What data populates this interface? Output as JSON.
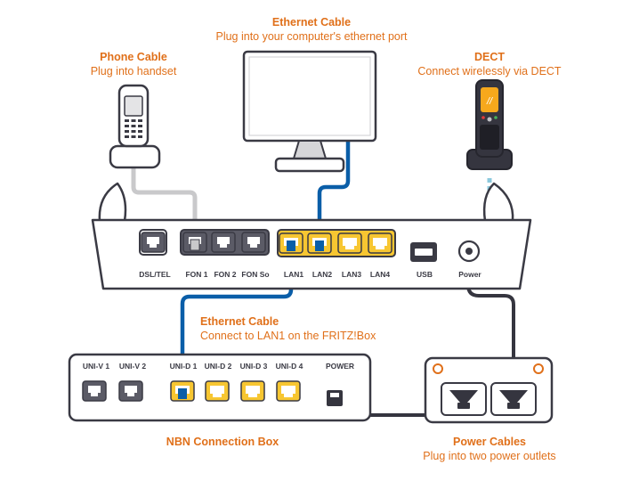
{
  "labels": {
    "ethernet_top": {
      "title": "Ethernet Cable",
      "subtitle": "Plug into your computer's ethernet port"
    },
    "phone": {
      "title": "Phone Cable",
      "subtitle": "Plug into handset"
    },
    "dect": {
      "title": "DECT",
      "subtitle": "Connect wirelessly via DECT"
    },
    "ethernet_mid": {
      "title": "Ethernet Cable",
      "subtitle": "Connect to LAN1 on the FRITZ!Box"
    },
    "nbn": {
      "title": "NBN Connection Box"
    },
    "power": {
      "title": "Power Cables",
      "subtitle": "Plug into two power outlets"
    }
  },
  "router_ports": {
    "dsl": "DSL/TEL",
    "fon1": "FON 1",
    "fon2": "FON 2",
    "fonso": "FON So",
    "lan1": "LAN1",
    "lan2": "LAN2",
    "lan3": "LAN3",
    "lan4": "LAN4",
    "usb": "USB",
    "power": "Power"
  },
  "nbn_ports": {
    "univ1": "UNI-V 1",
    "univ2": "UNI-V 2",
    "unid1": "UNI-D 1",
    "unid2": "UNI-D 2",
    "unid3": "UNI-D 3",
    "unid4": "UNI-D 4",
    "power": "POWER"
  },
  "colors": {
    "accent": "#e0701a",
    "cable_ethernet": "#0a5ea8",
    "cable_phone": "#c9c9cb",
    "cable_power": "#35353f",
    "port_yellow": "#f7c631",
    "port_gray": "#5b5b66",
    "outline": "#3a3a44",
    "dect_dots": "#8cc9dd"
  }
}
